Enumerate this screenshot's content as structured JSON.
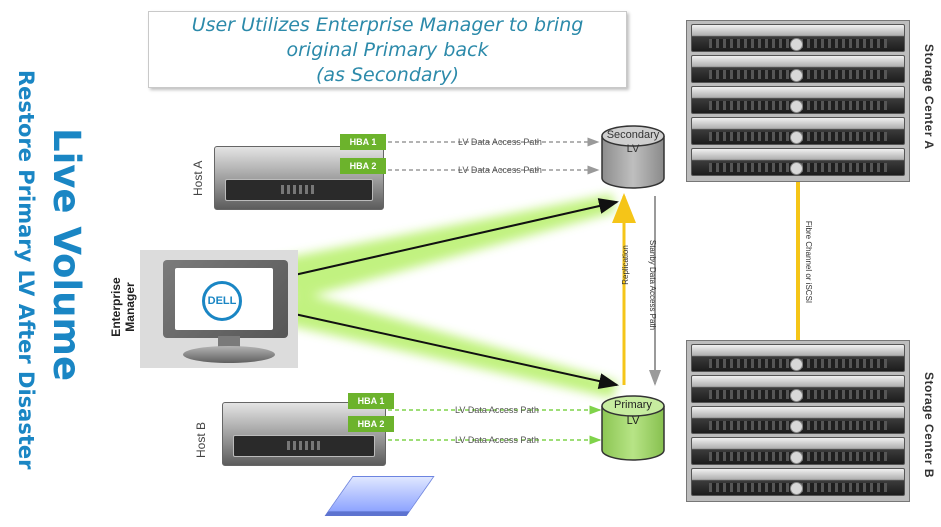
{
  "title": {
    "main": "Live Volume",
    "sub": "Restore Primary LV After Disaster"
  },
  "callout": {
    "line1": "User Utilizes Enterprise Manager to bring",
    "line2": "original Primary back",
    "line3": "(as Secondary)"
  },
  "host_a": {
    "label": "Host A",
    "hba1": "HBA 1",
    "hba2": "HBA 2",
    "path1": "LV Data Access Path",
    "path2": "LV Data Access Path"
  },
  "host_b": {
    "label": "Host B",
    "hba1": "HBA 1",
    "hba2": "HBA 2",
    "path1": "LV Data Access Path",
    "path2": "LV Data Access Path"
  },
  "enterprise_manager": {
    "line1": "Enterprise",
    "line2": "Manager",
    "logo": "DELL"
  },
  "secondary_lv": {
    "line1": "Secondary",
    "line2": "LV"
  },
  "primary_lv": {
    "line1": "Primary",
    "line2": "LV"
  },
  "links": {
    "replication": "Replication",
    "standby": "Stanby Data Access Path",
    "fibre": "Fibre Channel or iSCSI"
  },
  "storage_center_a": "Storage Center A",
  "storage_center_b": "Storage Center B",
  "colors": {
    "title_blue": "#1a86c4",
    "callout_text": "#2c8aaa",
    "hba_green": "#6cb32c",
    "primary_lv_green": "#a9d86f",
    "secondary_lv_gray": "#a7a7a7",
    "replication_yellow": "#f5c518",
    "em_glow": "#b7f06a"
  },
  "icons": [
    "server-icon",
    "monitor-icon",
    "storage-array-icon",
    "cylinder-icon",
    "dell-logo-icon"
  ]
}
